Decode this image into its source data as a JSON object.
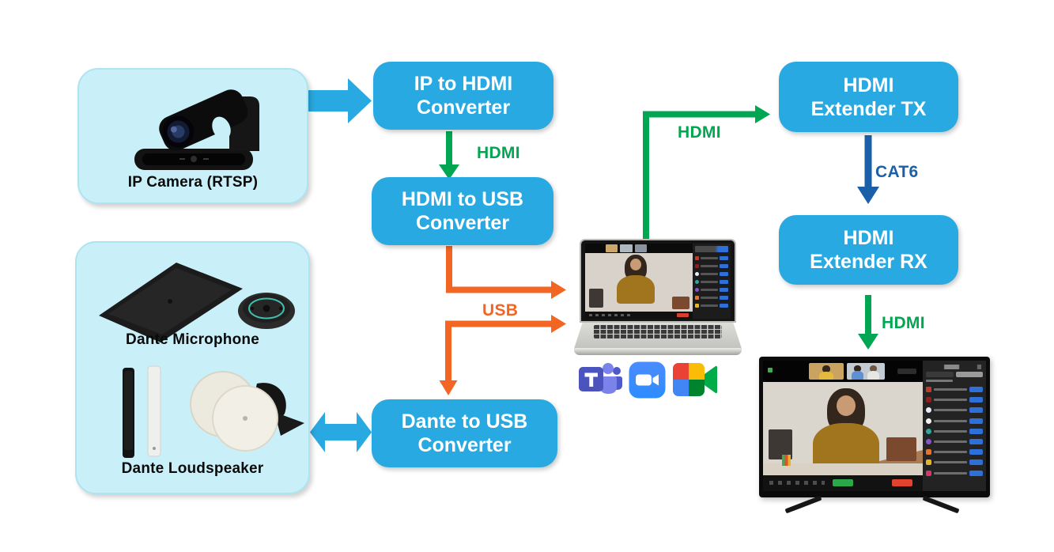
{
  "devices": {
    "ip_camera": {
      "label": "IP Camera (RTSP)"
    },
    "dante_audio": {
      "microphone_label": "Dante Microphone",
      "loudspeaker_label": "Dante Loudspeaker"
    }
  },
  "nodes": {
    "ip_to_hdmi": {
      "line1": "IP to HDMI",
      "line2": "Converter"
    },
    "hdmi_to_usb": {
      "line1": "HDMI to USB",
      "line2": "Converter"
    },
    "dante_to_usb": {
      "line1": "Dante to USB",
      "line2": "Converter"
    },
    "extender_tx": {
      "line1": "HDMI",
      "line2": "Extender TX"
    },
    "extender_rx": {
      "line1": "HDMI",
      "line2": "Extender RX"
    }
  },
  "links": {
    "converter_to_converter": "HDMI",
    "usb_to_laptop": "USB",
    "laptop_to_tx": "HDMI",
    "tx_to_rx": "CAT6",
    "rx_to_tv": "HDMI"
  },
  "icons": {
    "apps": [
      "microsoft-teams-icon",
      "zoom-icon",
      "google-meet-icon"
    ]
  },
  "colors": {
    "node_blue": "#29A9E1",
    "device_cyan": "#C9F0F8",
    "hdmi_green": "#00A651",
    "usb_orange": "#F26522",
    "cat6_blue": "#1B5FA9"
  }
}
